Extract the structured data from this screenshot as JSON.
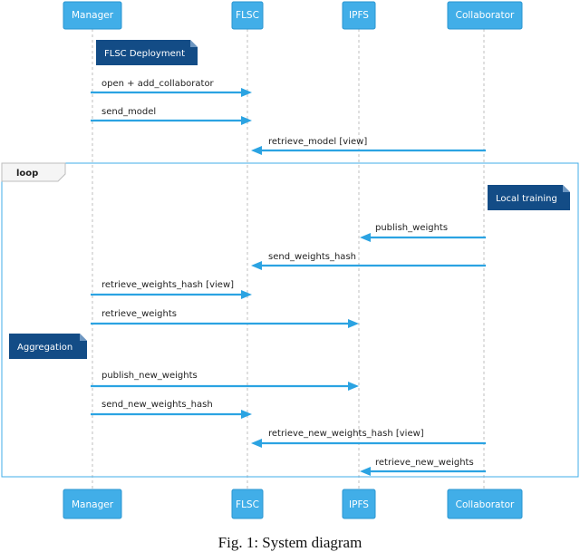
{
  "participants": [
    {
      "id": "manager",
      "label": "Manager"
    },
    {
      "id": "flsc",
      "label": "FLSC"
    },
    {
      "id": "ipfs",
      "label": "IPFS"
    },
    {
      "id": "collaborator",
      "label": "Collaborator"
    }
  ],
  "notes": [
    {
      "id": "flsc-deployment",
      "label": "FLSC Deployment"
    },
    {
      "id": "local-training",
      "label": "Local training"
    },
    {
      "id": "aggregation",
      "label": "Aggregation"
    }
  ],
  "frame": {
    "label": "loop"
  },
  "messages": [
    {
      "id": "open-add-collaborator",
      "from": "manager",
      "to": "flsc",
      "label": "open + add_collaborator"
    },
    {
      "id": "send-model",
      "from": "manager",
      "to": "flsc",
      "label": "send_model"
    },
    {
      "id": "retrieve-model-view",
      "from": "collaborator",
      "to": "flsc",
      "label": "retrieve_model [view]"
    },
    {
      "id": "publish-weights",
      "from": "collaborator",
      "to": "ipfs",
      "label": "publish_weights"
    },
    {
      "id": "send-weights-hash",
      "from": "collaborator",
      "to": "flsc",
      "label": "send_weights_hash"
    },
    {
      "id": "retrieve-weights-hash-view",
      "from": "manager",
      "to": "flsc",
      "label": "retrieve_weights_hash [view]"
    },
    {
      "id": "retrieve-weights",
      "from": "manager",
      "to": "ipfs",
      "label": "retrieve_weights"
    },
    {
      "id": "publish-new-weights",
      "from": "manager",
      "to": "ipfs",
      "label": "publish_new_weights"
    },
    {
      "id": "send-new-weights-hash",
      "from": "manager",
      "to": "flsc",
      "label": "send_new_weights_hash"
    },
    {
      "id": "retrieve-new-weights-hash-view",
      "from": "collaborator",
      "to": "flsc",
      "label": "retrieve_new_weights_hash [view]"
    },
    {
      "id": "retrieve-new-weights",
      "from": "collaborator",
      "to": "ipfs",
      "label": "retrieve_new_weights"
    }
  ],
  "caption": "Fig. 1: System diagram"
}
